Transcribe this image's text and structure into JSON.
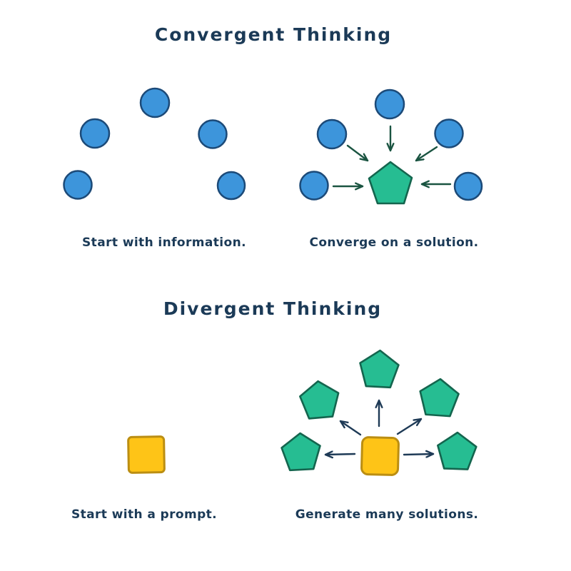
{
  "convergent": {
    "title": "Convergent Thinking",
    "left": {
      "caption": "Start with information."
    },
    "right": {
      "caption": "Converge on a solution."
    }
  },
  "divergent": {
    "title": "Divergent Thinking",
    "left": {
      "caption": "Start with a prompt."
    },
    "right": {
      "caption": "Generate many solutions."
    }
  },
  "colors": {
    "text": "#1B3A57",
    "circle_fill": "#3D95DB",
    "circle_stroke": "#1C4A78",
    "pentagon_fill": "#26BD92",
    "pentagon_stroke": "#14654E",
    "square_fill": "#FEC417",
    "square_stroke": "#BB8E12",
    "convergent_arrow": "#1A5441",
    "divergent_arrow": "#1E3A56"
  }
}
